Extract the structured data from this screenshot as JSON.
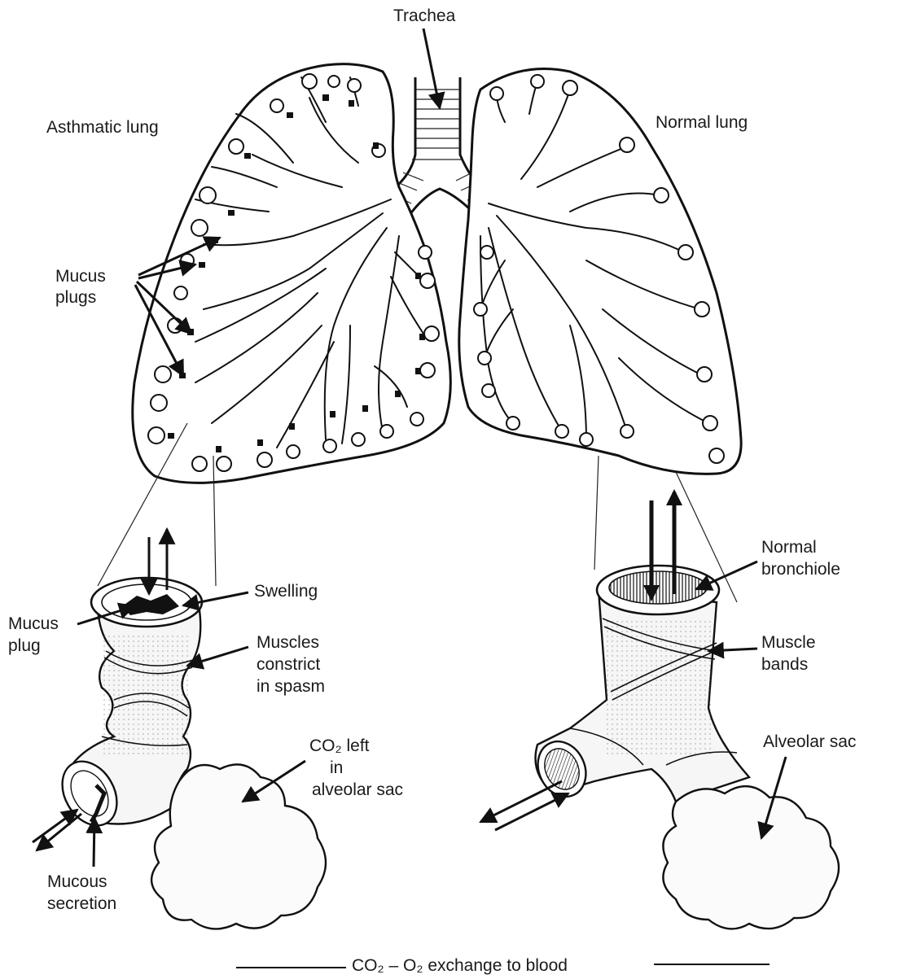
{
  "labels": {
    "trachea": "Trachea",
    "asthmatic_lung": "Asthmatic  lung",
    "normal_lung": "Normal lung",
    "mucus_plugs_1": "Mucus",
    "mucus_plugs_2": "plugs",
    "swelling": "Swelling",
    "mucus_plug_1": "Mucus",
    "mucus_plug_2": "plug",
    "muscles_1": "Muscles",
    "muscles_2": "constrict",
    "muscles_3": "in spasm",
    "co2_left_1": "CO₂ left",
    "co2_left_2": "in",
    "co2_left_3": "alveolar sac",
    "mucous_secretion_1": "Mucous",
    "mucous_secretion_2": "secretion",
    "normal_bronchiole_1": "Normal",
    "normal_bronchiole_2": "bronchiole",
    "muscle_bands_1": "Muscle",
    "muscle_bands_2": "bands",
    "alveolar_sac": "Alveolar sac",
    "exchange": "CO₂ – O₂ exchange to blood"
  }
}
